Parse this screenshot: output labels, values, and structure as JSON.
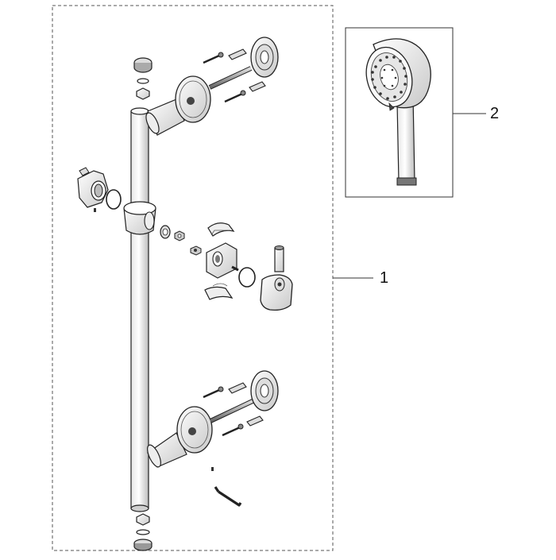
{
  "diagram": {
    "callouts": [
      {
        "id": "1",
        "label": "1",
        "refers_to": "shower-rail-set"
      },
      {
        "id": "2",
        "label": "2",
        "refers_to": "hand-shower"
      }
    ],
    "colors": {
      "stroke": "#222222",
      "light_fill": "#f2f2f2",
      "mid_fill": "#cccccc",
      "dark_fill": "#777777",
      "frame_dash": "#555555"
    }
  }
}
